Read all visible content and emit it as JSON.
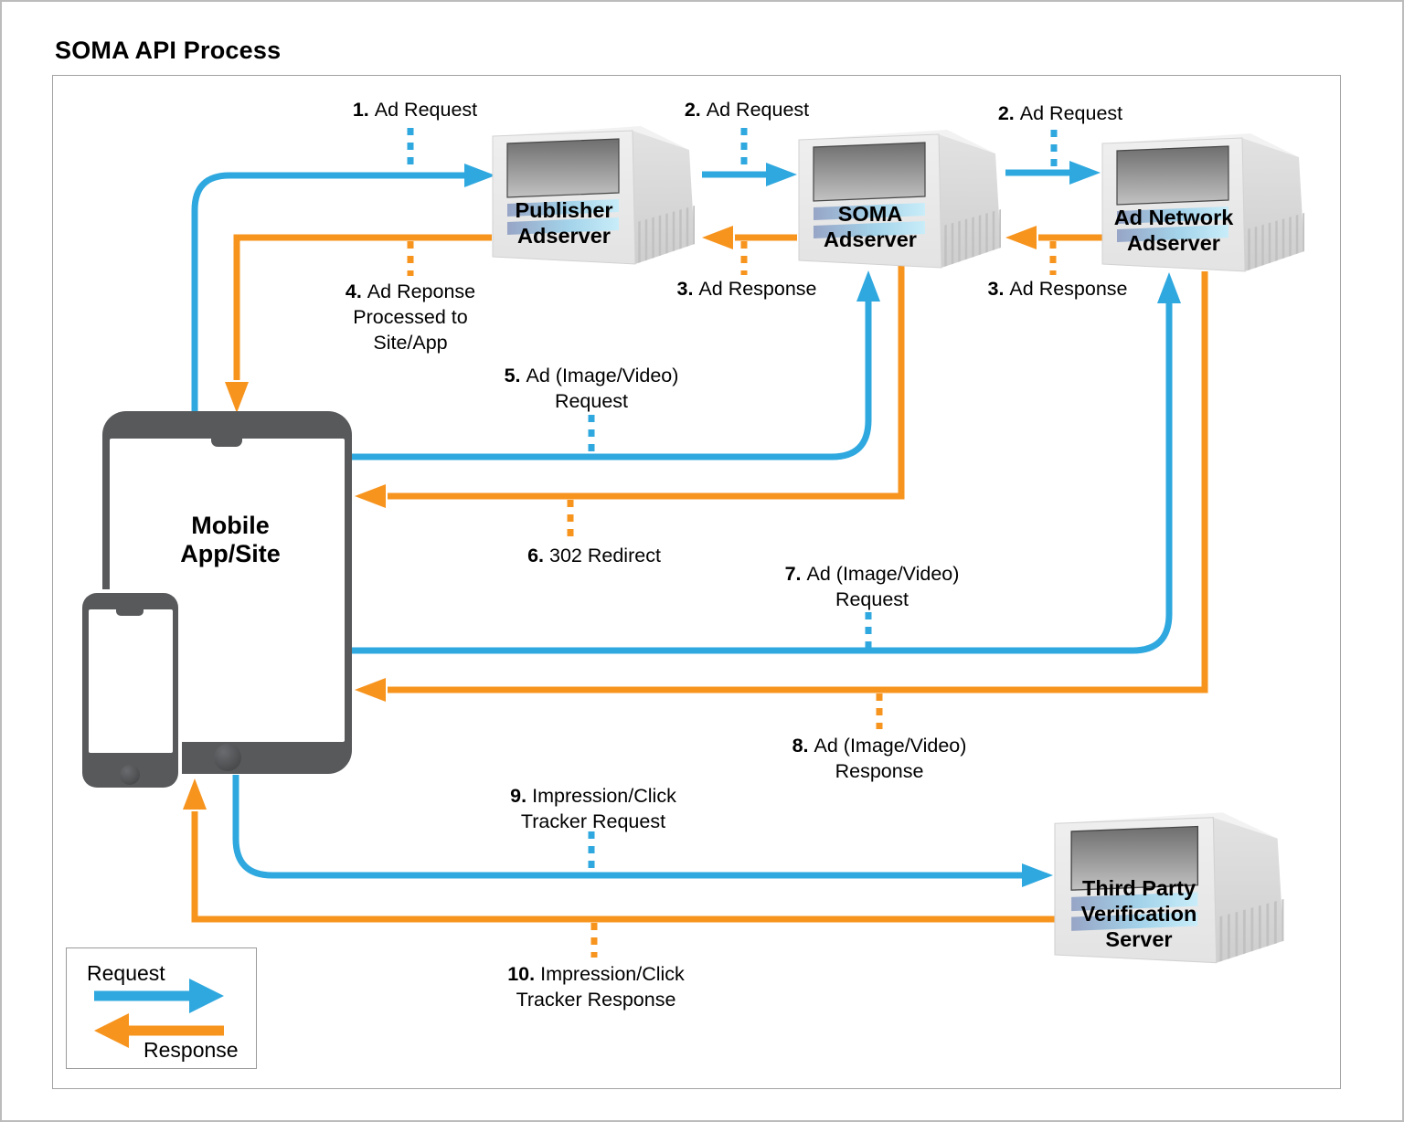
{
  "title": "SOMA API Process",
  "colors": {
    "request_blue": "#2FA8DF",
    "response_orange": "#F7941E",
    "device_gray": "#58595B"
  },
  "nodes": {
    "publisher": {
      "label": "Publisher\nAdserver"
    },
    "soma": {
      "label": "SOMA\nAdserver"
    },
    "ad_network": {
      "label": "Ad Network\nAdserver"
    },
    "third_party": {
      "label": "Third Party\nVerification\nServer"
    },
    "mobile": {
      "label": "Mobile\nApp/Site"
    }
  },
  "flows": [
    {
      "num": "1.",
      "text": "Ad Request",
      "type": "request"
    },
    {
      "num": "2.",
      "text": "Ad Request",
      "type": "request"
    },
    {
      "num": "2.",
      "text": "Ad Request",
      "type": "request"
    },
    {
      "num": "3.",
      "text": "Ad Response",
      "type": "response"
    },
    {
      "num": "3.",
      "text": "Ad Response",
      "type": "response"
    },
    {
      "num": "4.",
      "text": "Ad Reponse\nProcessed to\nSite/App",
      "type": "response"
    },
    {
      "num": "5.",
      "text": "Ad (Image/Video)\nRequest",
      "type": "request"
    },
    {
      "num": "6.",
      "text": "302 Redirect",
      "type": "response"
    },
    {
      "num": "7.",
      "text": "Ad (Image/Video)\nRequest",
      "type": "request"
    },
    {
      "num": "8.",
      "text": "Ad (Image/Video)\nResponse",
      "type": "response"
    },
    {
      "num": "9.",
      "text": "Impression/Click\nTracker Request",
      "type": "request"
    },
    {
      "num": "10.",
      "text": "Impression/Click\nTracker Response",
      "type": "response"
    }
  ],
  "legend": {
    "request_label": "Request",
    "response_label": "Response"
  }
}
